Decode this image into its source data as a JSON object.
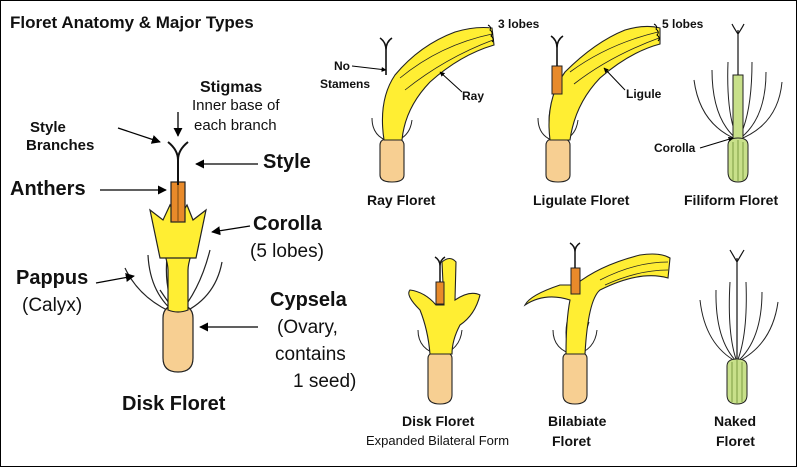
{
  "title": "Floret Anatomy & Major Types",
  "main": {
    "stigmas": "Stigmas",
    "stigmas_note_1": "Inner base of",
    "stigmas_note_2": "each branch",
    "style_branches_1": "Style",
    "style_branches_2": "Branches",
    "style": "Style",
    "anthers": "Anthers",
    "corolla": "Corolla",
    "corolla_note": "(5 lobes)",
    "pappus": "Pappus",
    "pappus_note": "(Calyx)",
    "cypsela": "Cypsela",
    "cypsela_note_1": "(Ovary,",
    "cypsela_note_2": "contains",
    "cypsela_note_3": "1 seed)",
    "caption": "Disk Floret"
  },
  "ray": {
    "lobes": "3 lobes",
    "no_stamens_1": "No",
    "no_stamens_2": "Stamens",
    "ray": "Ray",
    "caption": "Ray Floret"
  },
  "ligulate": {
    "lobes": "5 lobes",
    "ligule": "Ligule",
    "caption": "Ligulate Floret"
  },
  "filiform": {
    "corolla": "Corolla",
    "caption": "Filiform Floret"
  },
  "bilateral": {
    "caption": "Disk Floret",
    "subcaption": "Expanded Bilateral Form"
  },
  "bilabiate": {
    "caption_1": "Bilabiate",
    "caption_2": "Floret"
  },
  "naked": {
    "caption_1": "Naked",
    "caption_2": "Floret"
  },
  "colors": {
    "corolla_yellow": "#ffee33",
    "ovary_tan": "#f7cf92",
    "anther_orange": "#e88a2a",
    "filiform_green": "#c8e08a"
  }
}
